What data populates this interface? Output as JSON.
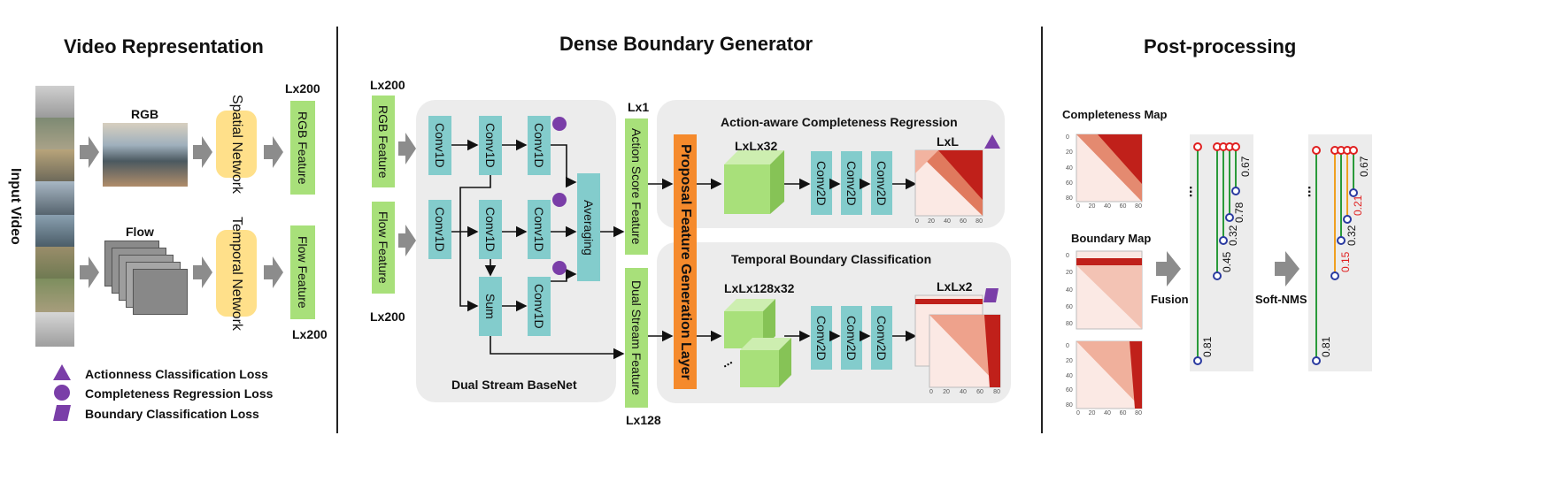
{
  "sections": {
    "video_representation": "Video Representation",
    "dense_boundary_generator": "Dense Boundary Generator",
    "post_processing": "Post-processing"
  },
  "video": {
    "input_label": "Input Video",
    "rgb_label": "RGB",
    "flow_label": "Flow",
    "spatial_network": "Spatial Network",
    "temporal_network": "Temporal Network",
    "rgb_feature": "RGB Feature",
    "flow_feature": "Flow Feature",
    "dim_top": "Lx200",
    "dim_bottom": "Lx200"
  },
  "legend": {
    "actionness": "Actionness Classification Loss",
    "completeness": "Completeness Regression Loss",
    "boundary": "Boundary Classification Loss",
    "color": "#7a3ea8"
  },
  "dbg": {
    "in_dim_top": "Lx200",
    "in_dim_bottom": "Lx200",
    "rgb_feature": "RGB Feature",
    "flow_feature": "Flow Feature",
    "conv1d": "Conv1D",
    "sum": "Sum",
    "averaging": "Averaging",
    "basenet": "Dual Stream BaseNet",
    "action_score_feature": "Action Score Feature",
    "dual_stream_feature": "Dual Stream Feature",
    "dim_lx1": "Lx1",
    "dim_lx128": "Lx128",
    "pfg_layer": "Proposal Feature Generation Layer",
    "acr_title": "Action-aware Completeness Regression",
    "tbc_title": "Temporal Boundary Classification",
    "acr_dim": "LxLx32",
    "tbc_dim": "LxLx128x32",
    "conv2d": "Conv2D",
    "out_lxl": "LxL",
    "out_lxlx2": "LxLx2"
  },
  "post": {
    "completeness_map": "Completeness Map",
    "boundary_map": "Boundary Map",
    "fusion": "Fusion",
    "soft_nms": "Soft-NMS",
    "scores_left": [
      "0.67",
      "0.78",
      "0.32",
      "0.45",
      "0.81"
    ],
    "scores_right": [
      "0.67",
      "0.21",
      "0.32",
      "0.15",
      "0.81"
    ],
    "ellipsis": "..."
  },
  "heatmap_ticks": {
    "x": [
      "0",
      "20",
      "40",
      "60",
      "80"
    ],
    "y": [
      "0",
      "20",
      "40",
      "60",
      "80"
    ]
  },
  "colors": {
    "green": "#a8e07a",
    "teal": "#83cccc",
    "yellow": "#ffe08a",
    "orange": "#f58a2c",
    "purple": "#7a3ea8",
    "gray_arrow": "#8c8c8c",
    "heat": "#c0201a"
  }
}
